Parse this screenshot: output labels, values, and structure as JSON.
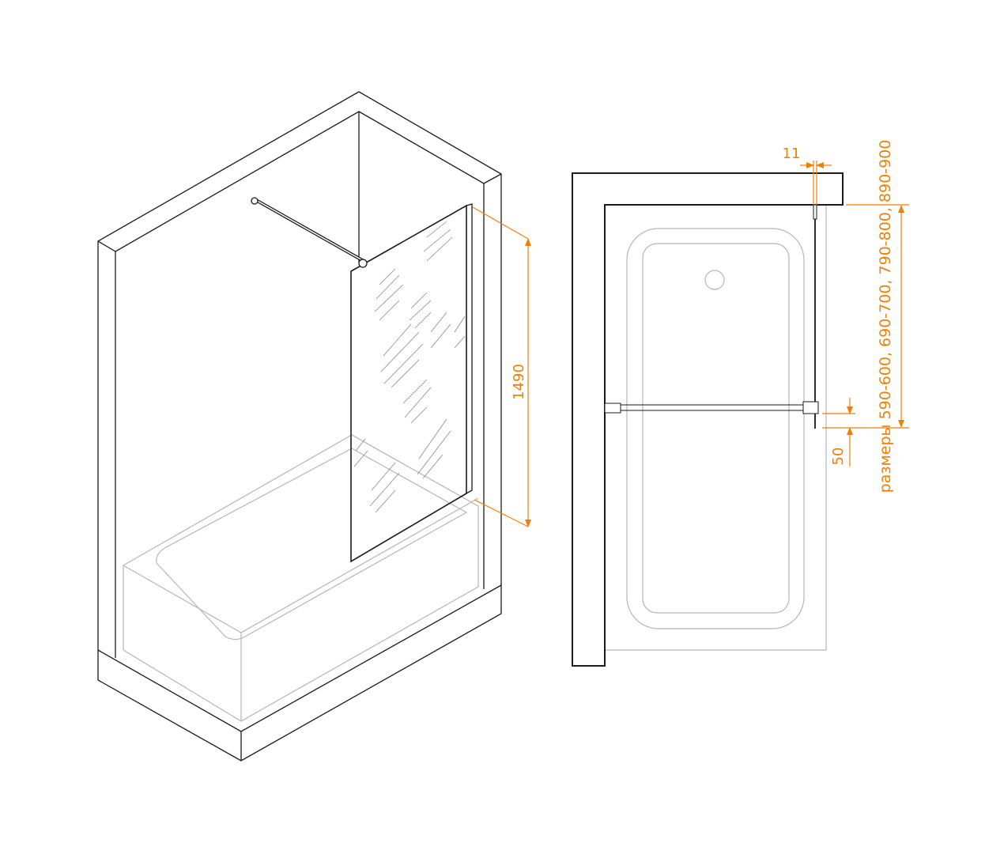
{
  "colors": {
    "dimension": "#f07f09",
    "outline": "#1a1a1a",
    "tub": "#b5b5b5"
  },
  "iso_view": {
    "height_dimension": "1490"
  },
  "plan_view": {
    "profile_dimension": "11",
    "bottom_offset_dimension": "50",
    "sizes_label": "размеры 590-600, 690-700, 790-800, 890-900"
  }
}
